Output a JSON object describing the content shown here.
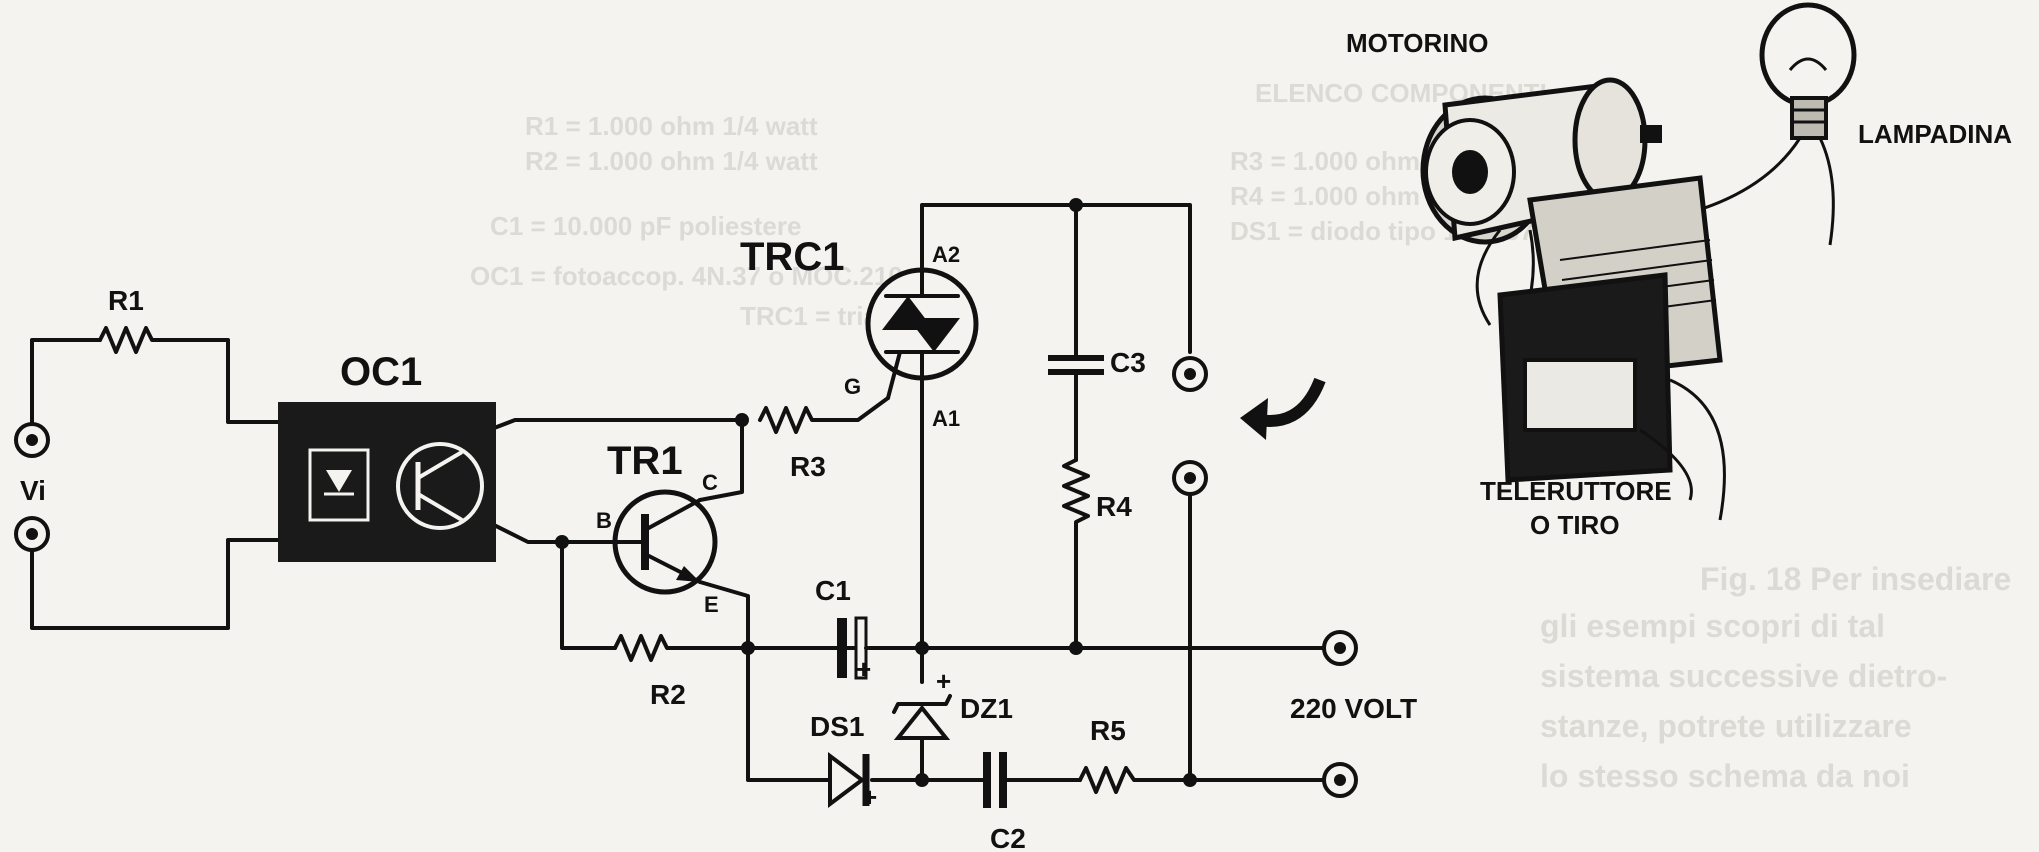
{
  "labels": {
    "r1": "R1",
    "r2": "R2",
    "r3": "R3",
    "r4": "R4",
    "r5": "R5",
    "oc1": "OC1",
    "tr1": "TR1",
    "trc1": "TRC1",
    "c1": "C1",
    "c2": "C2",
    "c3": "C3",
    "ds1": "DS1",
    "dz1": "DZ1",
    "vi": "Vi",
    "volt": "220 VOLT",
    "pin_b": "B",
    "pin_c": "C",
    "pin_e": "E",
    "pin_g": "G",
    "pin_a1": "A1",
    "pin_a2": "A2",
    "plus": "+"
  },
  "illustration": {
    "motor": "MOTORINO",
    "lamp": "LAMPADINA",
    "relay_line1": "TELERUTTORE",
    "relay_line2": "O TIRO"
  },
  "bleed_through": [
    "ELENCO COMPONENTI",
    "R1 = 1.000 ohm 1/4 watt",
    "R2 = 1.000 ohm 1/4 watt",
    "R3 = 1.000 ohm 1/4 watt",
    "R4 = 1.000 ohm 1/4 watt",
    "C1 = 10.000 pF poliestere",
    "DS1 = diodo tipo 1N4007",
    "OC1 = fotoaccop. 4N.37 o MOC.210",
    "TRC1 = triac",
    "Fig. 18 Per insediare",
    "gli esempi scopri di tal",
    "sistema successive dietro-",
    "stanze, potrete utilizzare",
    "lo stesso schema da noi"
  ]
}
